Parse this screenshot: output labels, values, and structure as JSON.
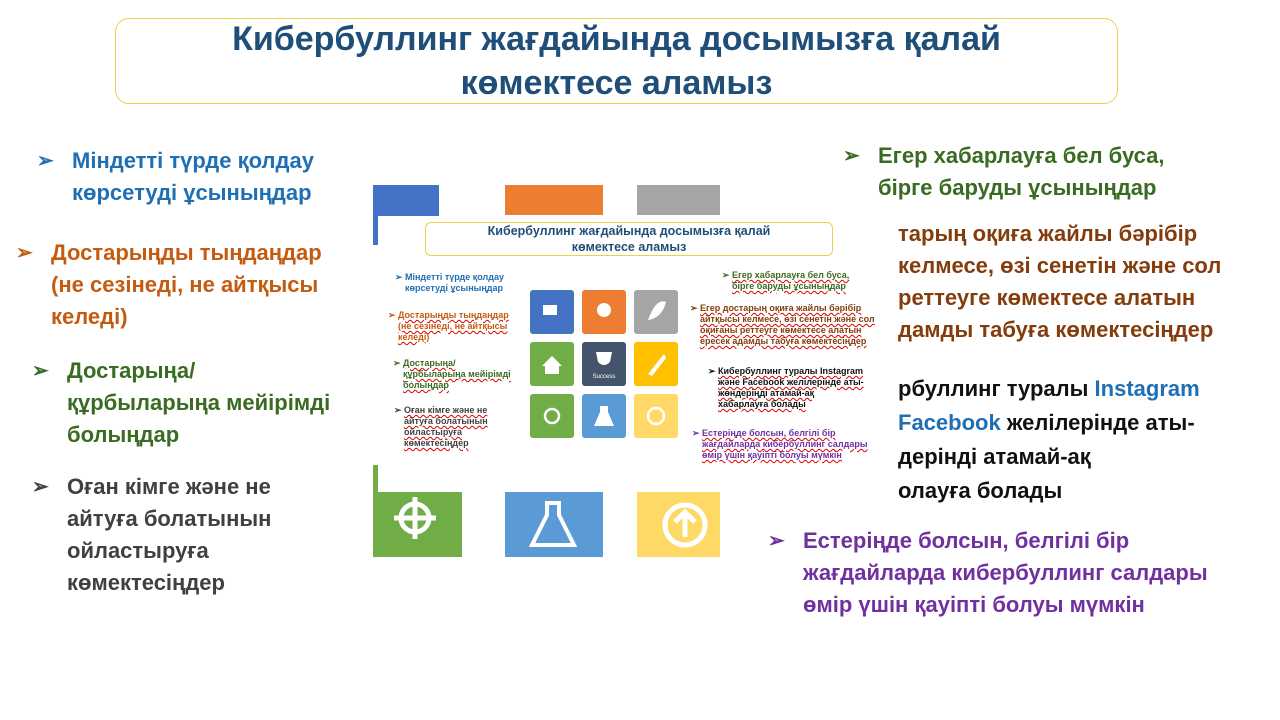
{
  "slide": {
    "title_line1": "Кибербуллинг жағдайында досымызға қалай",
    "title_line2": "көмектесе аламыз",
    "left_bullets": [
      {
        "l1": "Міндетті түрде қолдау",
        "l2": "көрсетуді ұсыныңдар"
      },
      {
        "l1": "Достарыңды тыңдаңдар",
        "l2": "(не сезінеді, не айтқысы",
        "l3": "келеді)"
      },
      {
        "l1": "Достарыңа/",
        "l2": "құрбыларыңа мейірімді",
        "l3": "болыңдар"
      },
      {
        "l1": "Оған кімге және не",
        "l2": "айтуға болатынын",
        "l3": "ойластыруға",
        "l4": "көмектесіңдер"
      }
    ],
    "right_bullets": {
      "b1": {
        "l1": "Егер хабарлауға бел буса,",
        "l2": "бірге баруды ұсыныңдар"
      },
      "b2": {
        "l1": "тарың оқиға жайлы бәрібір",
        "l2": "келмесе, өзі сенетін және сол",
        "l3": "реттеуге көмектесе алатын",
        "l4": "дамды табуға көмектесіңдер"
      },
      "b3": {
        "l1a": "рбуллинг туралы ",
        "l1b": "Instagram",
        "l2a": "Facebook",
        "l2b": " желілерінде аты-",
        "l3": "дерінді атамай-ақ",
        "l4": "олауға болады"
      },
      "b4": {
        "l1": "Естеріңде болсын, белгілі бір",
        "l2": "жағдайларда кибербуллинг салдары",
        "l3": "өмір үшін қауіпті болуы мүмкін"
      }
    },
    "arrow_glyph": "➢"
  },
  "inset": {
    "title_line1": "Кибербуллинг жағдайында досымызға қалай",
    "title_line2": "көмектесе аламыз",
    "left": [
      {
        "l1": "Міндетті түрде қолдау",
        "l2": "көрсетуді ұсыныңдар"
      },
      {
        "l1": "Достарыңды тыңдаңдар",
        "l2": "(не сезінеді, не айтқысы",
        "l3": "келеді)"
      },
      {
        "l1": "Достарыңа/",
        "l2": "құрбыларыңа мейірімді",
        "l3": "болыңдар"
      },
      {
        "l1": "Оған кімге және не",
        "l2": "айтуға болатынын",
        "l3": "ойластыруға",
        "l4": "көмектесіңдер"
      }
    ],
    "right": [
      {
        "l1": "Егер хабарлауға бел буса,",
        "l2": "бірге баруды ұсыныңдар"
      },
      {
        "l1": "Егер достарың оқиға жайлы бәрібір",
        "l2": "айтқысы келмесе, өзі сенетін және сол",
        "l3": "оқиғаны реттеуге көмектесе алатын",
        "l4": "ересек адамды табуға көмектесіңдер"
      },
      {
        "l1": "Кибербуллинг туралы Instagram",
        "l2": "және Facebook желілерінде аты-",
        "l3": "жөндеріңді атамай-ақ",
        "l4": "хабарлауға болады"
      },
      {
        "l1": "Естеріңде болсын, белгілі бір",
        "l2": "жағдайларда кибербуллинг салдары",
        "l3": "өмір үшін қауіпті болуы мүмкін"
      }
    ],
    "puzzle_center_label": "Success"
  },
  "colors": {
    "title": "#1f4e79",
    "blue": "#1f6fb5",
    "orange": "#c55a11",
    "green": "#3a6b22",
    "purple": "#7030a0",
    "darkred": "#843c0c",
    "puzzle_blue": "#4472c4",
    "puzzle_orange": "#ed7d31",
    "puzzle_gray": "#a5a5a5",
    "puzzle_green": "#70ad47",
    "puzzle_lightblue": "#5b9bd5",
    "puzzle_yellow": "#ffd966"
  },
  "icons": [
    "truck-icon",
    "lightbulb-icon",
    "leaf-icon",
    "home-icon",
    "trophy-icon",
    "rocket-icon",
    "target-icon",
    "flask-icon",
    "upload-icon"
  ]
}
